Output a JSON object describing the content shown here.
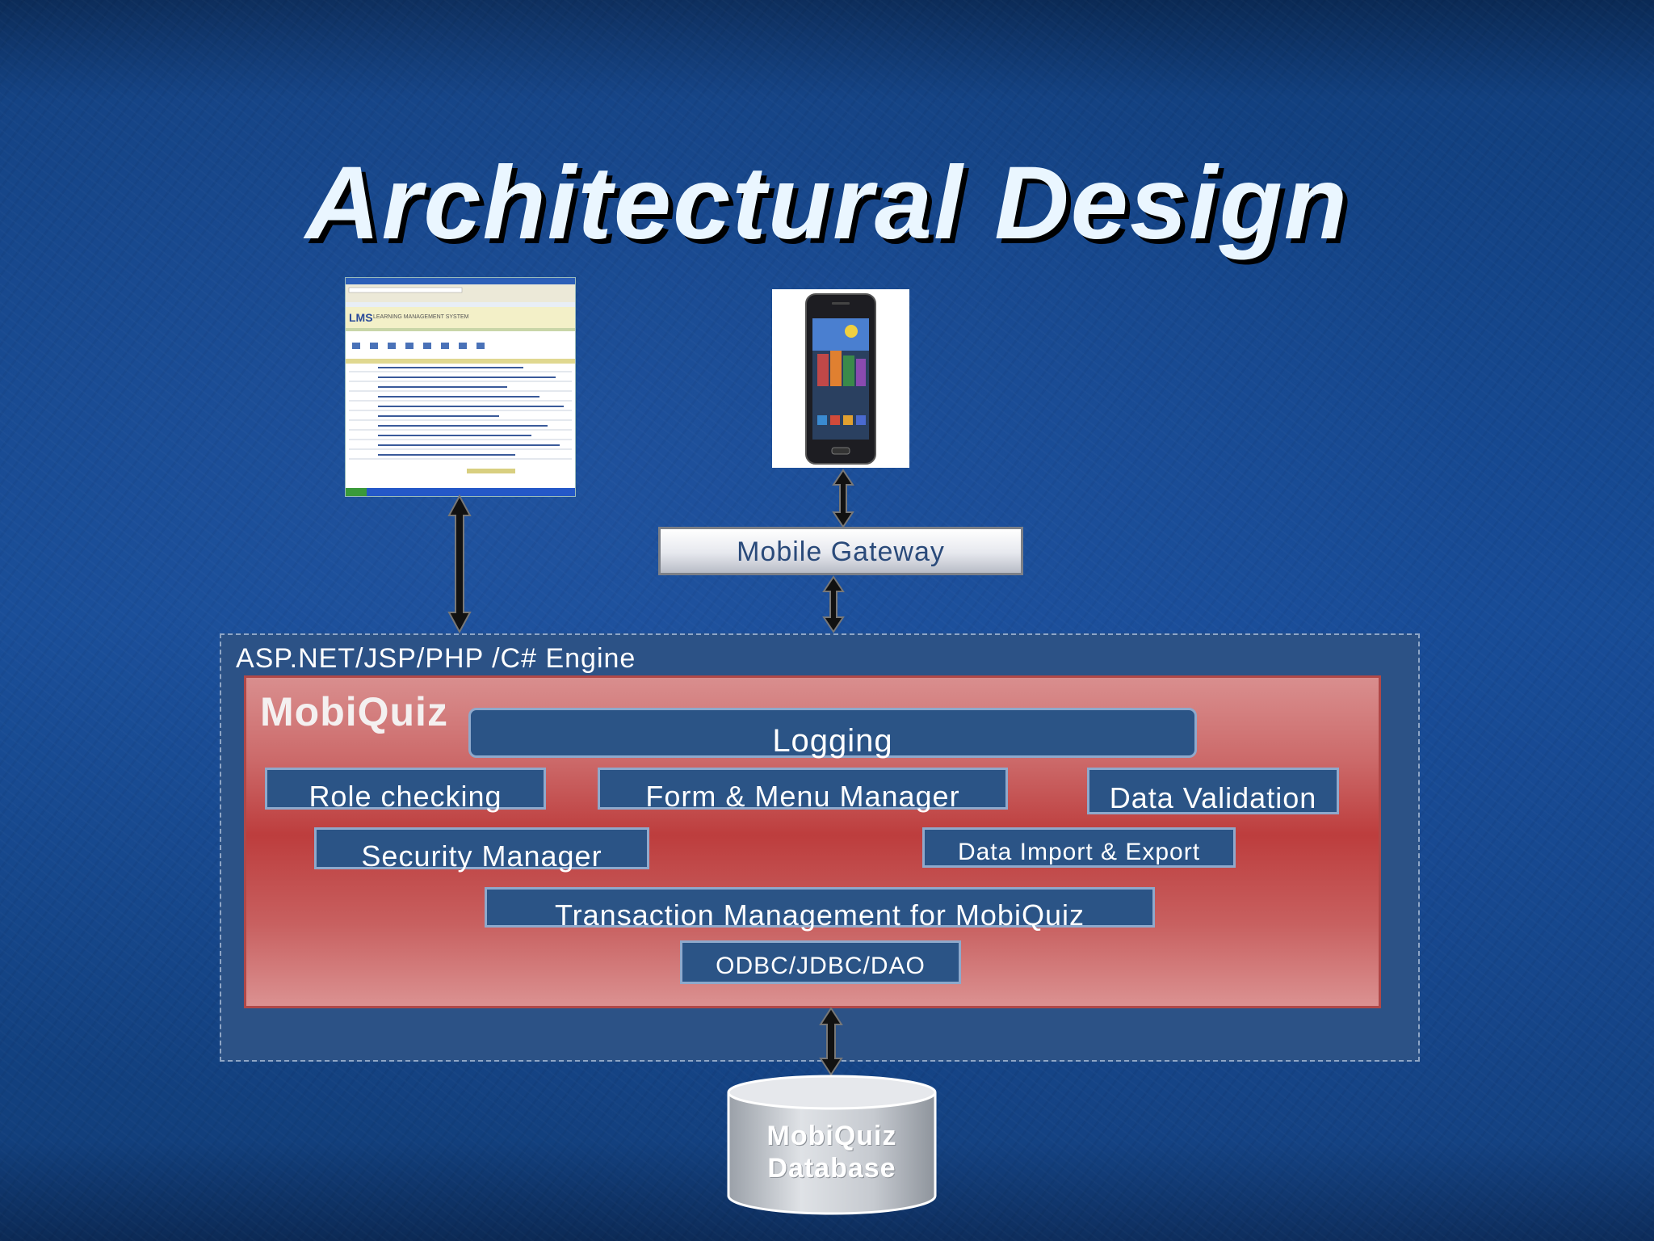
{
  "slide": {
    "title": "Architectural Design"
  },
  "gateway": {
    "label": "Mobile Gateway"
  },
  "engine": {
    "label": "ASP.NET/JSP/PHP /C# Engine"
  },
  "mobiquiz": {
    "label": "MobiQuiz",
    "modules": {
      "logging": "Logging",
      "role_checking": "Role checking",
      "form_menu": "Form & Menu Manager",
      "data_validation": "Data Validation",
      "security": "Security Manager",
      "data_import_export": "Data Import & Export",
      "transaction": "Transaction Management for MobiQuiz",
      "odbc": "ODBC/JDBC/DAO"
    }
  },
  "database": {
    "line1": "MobiQuiz",
    "line2": "Database"
  },
  "screenshot_thumbnail": {
    "logo": "LMS",
    "heading": "LEARNING MANAGEMENT SYSTEM"
  },
  "colors": {
    "background": "#154a92",
    "module_fill": "#2b5486",
    "mobiquiz_fill": "#c55555",
    "engine_fill": "#2c5286"
  },
  "icons": [
    "double-arrow-icon",
    "phone-icon",
    "database-cylinder-icon"
  ]
}
